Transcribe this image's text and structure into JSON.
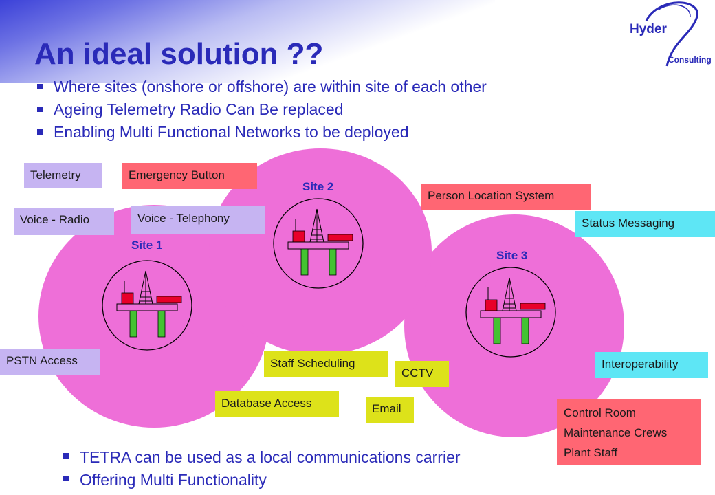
{
  "title": "An ideal solution ??",
  "bullets_top": [
    "Where sites (onshore or offshore) are within site of each other",
    "Ageing Telemetry Radio Can Be replaced",
    "Enabling Multi Functional Networks to be deployed"
  ],
  "bullets_bottom": [
    "TETRA can be used as a local communications carrier",
    "Offering Multi Functionality"
  ],
  "sites": [
    "Site 1",
    "Site 2",
    "Site 3"
  ],
  "tags": {
    "telemetry": "Telemetry",
    "emergency_button": "Emergency Button",
    "voice_radio": "Voice - Radio",
    "voice_telephony": "Voice - Telephony",
    "person_location": "Person Location System",
    "status_messaging": "Status Messaging",
    "pstn_access": "PSTN Access",
    "staff_scheduling": "Staff Scheduling",
    "cctv": "CCTV",
    "database_access": "Database Access",
    "email": "Email",
    "interoperability": "Interoperability",
    "control_room": "Control Room Maintenance Crews Plant Staff"
  },
  "logo": {
    "name": "Hyder",
    "sub": "Consulting"
  },
  "colors": {
    "title": "#2a2ab8",
    "site_fill": "#ee6fd8",
    "lavender": "#c6b4f2",
    "red": "#ff6673",
    "cyan": "#5ee6f5",
    "yellow": "#dde21a"
  },
  "icons": [
    "oil-platform-icon"
  ]
}
